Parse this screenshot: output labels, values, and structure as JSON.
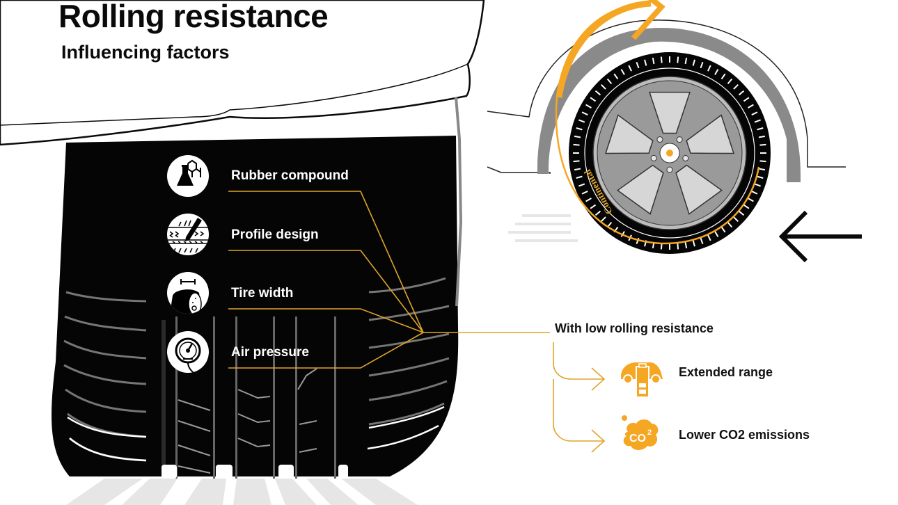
{
  "header": {
    "title": "Rolling resistance",
    "subtitle": "Influencing factors"
  },
  "factors": [
    {
      "label": "Rubber compound",
      "icon": "flask-molecule-icon"
    },
    {
      "label": "Profile design",
      "icon": "tread-pencil-icon"
    },
    {
      "label": "Tire width",
      "icon": "tire-width-icon"
    },
    {
      "label": "Air pressure",
      "icon": "pressure-gauge-icon"
    }
  ],
  "result": {
    "heading": "With low rolling resistance",
    "benefits": [
      {
        "label": "Extended range",
        "icon": "car-battery-icon"
      },
      {
        "label": "Lower CO2 emissions",
        "icon": "co2-cloud-icon",
        "icon_text": "CO",
        "icon_sup": "2"
      }
    ]
  },
  "wheel": {
    "brand": "Continental"
  },
  "colors": {
    "accent": "#f5a623",
    "line": "#e0a42a",
    "tire": "#050505",
    "text_dark": "#111111",
    "text_light": "#ffffff"
  }
}
